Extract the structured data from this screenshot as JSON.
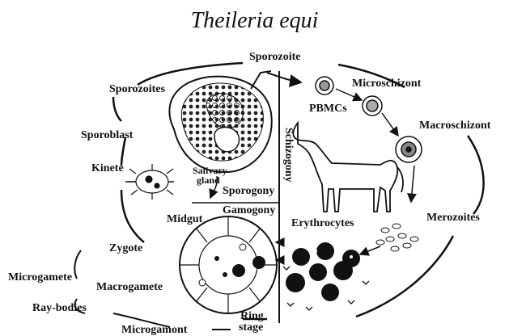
{
  "title": "Theileria equi",
  "labels": {
    "sporozoite": "Sporozoite",
    "sporozoites": "Sporozoites",
    "microschizont": "Microschizont",
    "pbmcs": "PBMCs",
    "macroschizont": "Macroschizont",
    "sporoblast": "Sporoblast",
    "schizogony": "Schizogony",
    "kinete": "Kinete",
    "salivary_gland_1": "Salivary",
    "salivary_gland_2": "gland",
    "sporogony": "Sporogony",
    "gamogony": "Gamogony",
    "midgut": "Midgut",
    "erythrocytes": "Erythrocytes",
    "merozoites": "Merozoites",
    "zygote": "Zygote",
    "microgamete": "Microgamete",
    "macrogamete": "Macrogamete",
    "ray_bodies": "Ray-bodies",
    "microgamont": "Microgamont",
    "ring_stage_1": "Ring",
    "ring_stage_2": "stage"
  }
}
